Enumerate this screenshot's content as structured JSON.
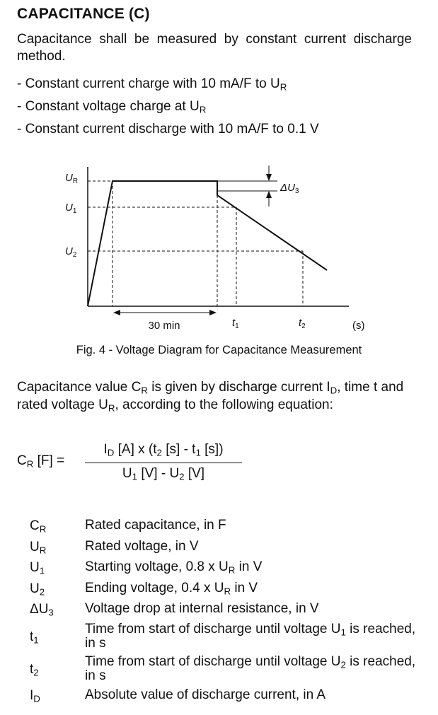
{
  "title": "CAPACITANCE (C)",
  "intro": "Capacitance shall be measured by constant current discharge method.",
  "bullets": [
    {
      "pre": "- Constant current charge with 10 mA/F to U",
      "sub": "R",
      "post": ""
    },
    {
      "pre": "- Constant voltage charge at U",
      "sub": "R",
      "post": ""
    },
    {
      "pre": "- Constant current discharge with 10 mA/F to 0.1 V",
      "sub": "",
      "post": ""
    }
  ],
  "figure": {
    "y_labels": {
      "ur": "U",
      "ur_sub": "R",
      "u1": "U",
      "u1_sub": "1",
      "u2": "U",
      "u2_sub": "2"
    },
    "delta_label": "ΔU",
    "delta_sub": "3",
    "x_labels": {
      "interval": "30 min",
      "t1": "t",
      "t1_sub": "1",
      "t2": "t",
      "t2_sub": "2",
      "unit": "(s)"
    }
  },
  "caption": "Fig. 4 - Voltage Diagram for Capacitance Measurement",
  "paragraph": {
    "p1": "Capacitance value C",
    "p1s": "R",
    "p2": " is given by discharge current I",
    "p2s": "D",
    "p3": ", time t and rated voltage U",
    "p3s": "R",
    "p4": ", according to the following equation:"
  },
  "equation": {
    "lhs_a": "C",
    "lhs_sub": "R",
    "lhs_b": " [F] =",
    "num": {
      "a": "I",
      "a_sub": "D",
      "b": " [A] x (t",
      "b_sub": "2",
      "c": " [s] - t",
      "c_sub": "1",
      "d": " [s])"
    },
    "den": {
      "a": "U",
      "a_sub": "1",
      "b": " [V] - U",
      "b_sub": "2",
      "c": " [V]"
    }
  },
  "definitions": [
    {
      "sym": "C",
      "sub": "R",
      "desc": "Rated capacitance, in F"
    },
    {
      "sym": "U",
      "sub": "R",
      "desc": "Rated voltage, in V"
    },
    {
      "sym": "U",
      "sub": "1",
      "desc": "Starting voltage, 0.8 x U",
      "desc_sub": "R",
      "desc_post": " in V"
    },
    {
      "sym": "U",
      "sub": "2",
      "desc": "Ending voltage, 0.4 x U",
      "desc_sub": "R",
      "desc_post": " in V"
    },
    {
      "sym": "ΔU",
      "sub": "3",
      "desc": "Voltage drop at internal resistance, in V"
    },
    {
      "sym": "t",
      "sub": "1",
      "desc": "Time from start of discharge until voltage U",
      "desc_sub": "1",
      "desc_post": " is reached, in s"
    },
    {
      "sym": "t",
      "sub": "2",
      "desc": "Time from start of discharge until voltage U",
      "desc_sub": "2",
      "desc_post": " is reached, in s"
    },
    {
      "sym": "I",
      "sub": "D",
      "desc": "Absolute value of discharge current, in A"
    }
  ]
}
